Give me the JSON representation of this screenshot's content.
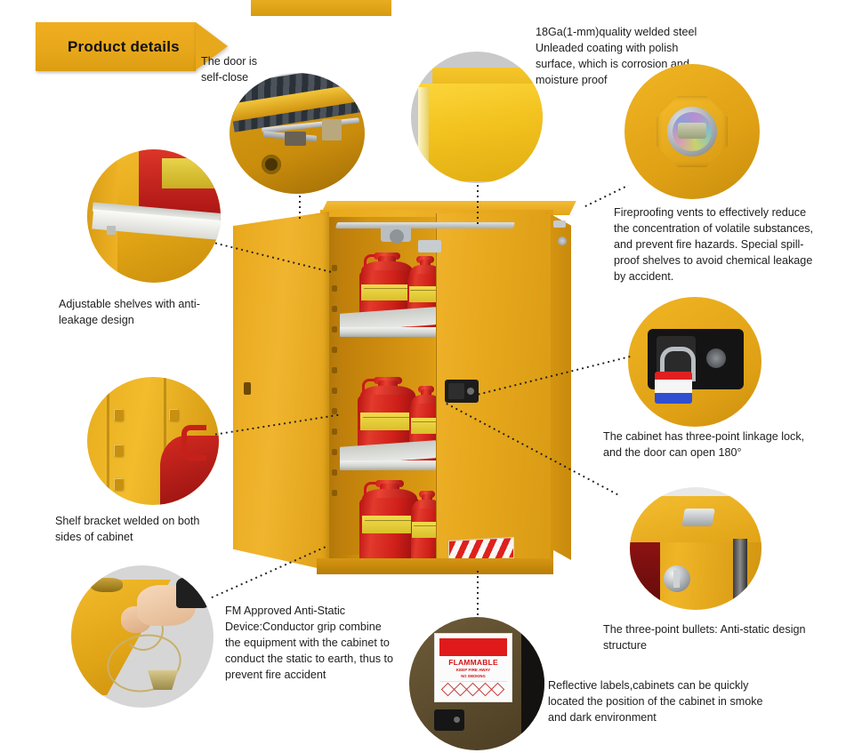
{
  "header": {
    "banner_label": "Product details",
    "banner_color": "#e8a81c"
  },
  "callouts": {
    "door_self_close": "The door is\nself-close",
    "welded_steel": "18Ga(1-mm)quality welded steel\nUnleaded coating with polish\nsurface, which is corrosion and\nmoisture proof",
    "fireproofing_vents": "Fireproofing vents to effectively reduce\nthe concentration of volatile substances,\nand prevent fire hazards. Special spill-\nproof shelves to avoid chemical leakage\nby accident.",
    "adjustable_shelves": "Adjustable shelves with anti-\nleakage design",
    "shelf_bracket": "Shelf bracket welded on both\nsides of cabinet",
    "anti_static": "FM Approved Anti-Static\nDevice:Conductor grip combine\nthe equipment with the cabinet to\nconduct the static to earth, thus to\nprevent fire accident",
    "three_point_lock": "The cabinet has three-point linkage lock,\nand the door can open 180°",
    "three_point_bullets": "The three-point bullets: Anti-static design\nstructure",
    "reflective_labels": "Reflective labels,cabinets can be quickly\nlocated the position of the cabinet in smoke\nand dark environment"
  },
  "product_image": {
    "name": "flammable-safety-storage-cabinet",
    "body_color": "#e8a81c",
    "can_color": "#cf1f19",
    "shelf_color": "#d9dad5",
    "hazard_stripe_colors": [
      "#e0201c",
      "#f7f7f5"
    ]
  },
  "label_card": {
    "title": "FLAMMABLE",
    "subtitle": "KEEP FIRE AWAY",
    "subtitle2": "NO SMOKING",
    "banner_color": "#e01a1a"
  },
  "bubbles": [
    {
      "id": "door-closer-detail",
      "caption_key": "door_self_close"
    },
    {
      "id": "welded-steel-panel-detail",
      "caption_key": "welded_steel"
    },
    {
      "id": "fireproof-vent-detail",
      "caption_key": "fireproofing_vents"
    },
    {
      "id": "adjustable-shelf-detail",
      "caption_key": "adjustable_shelves"
    },
    {
      "id": "shelf-bracket-detail",
      "caption_key": "shelf_bracket"
    },
    {
      "id": "anti-static-device-detail",
      "caption_key": "anti_static"
    },
    {
      "id": "three-point-lock-detail",
      "caption_key": "three_point_lock"
    },
    {
      "id": "three-point-bullets-detail",
      "caption_key": "three_point_bullets"
    },
    {
      "id": "reflective-label-detail",
      "caption_key": "reflective_labels"
    }
  ]
}
